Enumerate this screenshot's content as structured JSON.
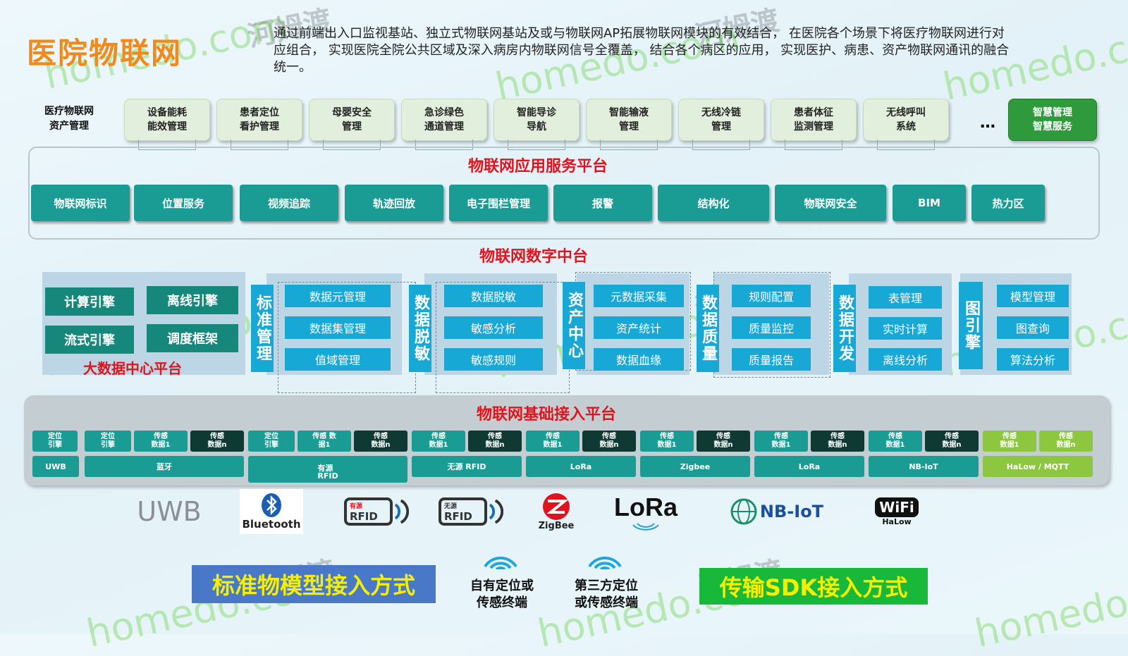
{
  "title": "医院物联网",
  "description": "通过前端出入口监视基站、独立式物联网基站及或与物联网AP拓展物联网模块的有效结合， 在医院各个场景下将医疗物联网进行对应组合， 实现医院全院公共区域及深入病房内物联网信号全覆盖， 结合各个病区的应用， 实现医护、病患、资产物联网通讯的融合统一。",
  "watermarks": {
    "latin": "homedo.com",
    "chinese": "河姆渡"
  },
  "top_row": {
    "asset_label": "医疗物联网\n资产管理",
    "boxes": [
      "设备能耗\n能效管理",
      "患者定位\n看护管理",
      "母婴安全\n管理",
      "急诊绿色\n通道管理",
      "智能导诊\n导航",
      "智能输液\n管理",
      "无线冷链\n管理",
      "患者体征\n监测管理",
      "无线呼叫\n系统"
    ],
    "ellipsis": "…",
    "smart": "智慧管理\n智慧服务"
  },
  "app_platform": {
    "title": "物联网应用服务平台",
    "items": [
      "物联网标识",
      "位置服务",
      "视频追踪",
      "轨迹回放",
      "电子围栏管理",
      "报警",
      "结构化",
      "物联网安全",
      "BIM",
      "热力区"
    ]
  },
  "digital_platform": {
    "title": "物联网数字中台",
    "bigdata": {
      "label": "大数据中心平台",
      "items": [
        "计算引擎",
        "离线引擎",
        "流式引擎",
        "调度框架"
      ]
    },
    "groups": [
      {
        "label": "标准管理",
        "items": [
          "数据元管理",
          "数据集管理",
          "值域管理"
        ]
      },
      {
        "label": "数据脱敏",
        "items": [
          "数据脱敏",
          "敏感分析",
          "敏感规则"
        ]
      },
      {
        "label": "资产中心",
        "items": [
          "元数据采集",
          "资产统计",
          "数据血缘"
        ]
      },
      {
        "label": "数据质量",
        "items": [
          "规则配置",
          "质量监控",
          "质量报告"
        ]
      },
      {
        "label": "数据开发",
        "items": [
          "表管理",
          "实时计算",
          "离线分析"
        ]
      },
      {
        "label": "图引擎",
        "items": [
          "模型管理",
          "图查询",
          "算法分析"
        ]
      }
    ]
  },
  "base_platform": {
    "title": "物联网基础接入平台",
    "cells": [
      "定位\n引擎",
      "定位\n引擎",
      "传感\n数据1",
      "传感\n数据n",
      "定位\n引擎",
      "传感 数\n据1",
      "传感\n数据n",
      "传感\n数据1",
      "传感\n数据n",
      "传感\n数据1",
      "传感\n数据n",
      "传感\n数据1",
      "传感\n数据n",
      "传感\n数据1",
      "传感\n数据n",
      "传感\n数据1",
      "传感\n数据n",
      "传感\n数据1",
      "传感\n数据n"
    ],
    "protocols": [
      "UWB",
      "蓝牙",
      "有源\nRFID",
      "无源 RFID",
      "LoRa",
      "Zigbee",
      "LoRa",
      "NB-IoT",
      "HaLow / MQTT"
    ]
  },
  "logos": {
    "uwb": "UWB",
    "bluetooth": "Bluetooth",
    "active_rfid_tag": "有源",
    "passive_rfid_tag": "无源",
    "rfid": "RFID",
    "zigbee": "ZigBee",
    "lora": "LoRa",
    "nbiot": "NB-IoT",
    "wifi": "WiFi",
    "halow": "HaLow"
  },
  "terminals": {
    "own": "自有定位或\n传感终端",
    "third": "第三方定位\n或传感终端"
  },
  "access_modes": {
    "standard": "标准物模型接入方式",
    "sdk": "传输SDK接入方式"
  },
  "colors": {
    "title": "#f08a1c",
    "section_title": "#e0141e",
    "teal": "#1a9b93",
    "cyan": "#17a8d6",
    "dark_green": "#2e9a3c"
  }
}
